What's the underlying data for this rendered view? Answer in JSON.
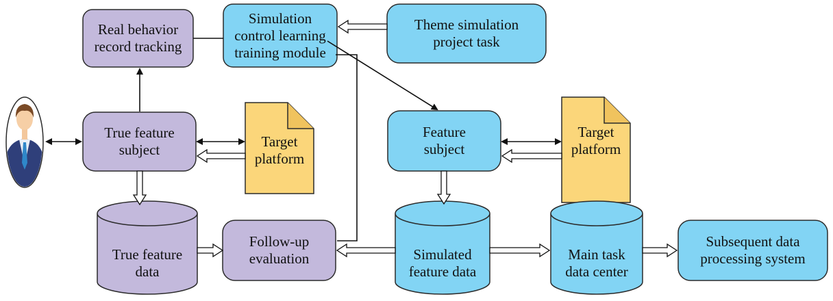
{
  "colors": {
    "purple_fill": "#c3b9dc",
    "blue_fill": "#82d4f4",
    "yellow_fill": "#fbd67a",
    "stroke": "#2b2b2b"
  },
  "nodes": {
    "real_behavior": "Real behavior\nrecord tracking",
    "sim_control": "Simulation\ncontrol learning\ntraining module",
    "theme_sim": "Theme simulation\nproject task",
    "true_feature_subject": "True feature\nsubject",
    "target_platform_left": "Target\nplatform",
    "feature_subject": "Feature\nsubject",
    "target_platform_right": "Target\nplatform",
    "true_feature_data": "True feature\ndata",
    "followup_eval": "Follow-up\nevaluation",
    "simulated_feature_data": "Simulated\nfeature data",
    "main_task": "Main task\ndata center",
    "subsequent": "Subsequent data\nprocessing system"
  },
  "icons": {
    "user": "user-avatar-icon"
  }
}
